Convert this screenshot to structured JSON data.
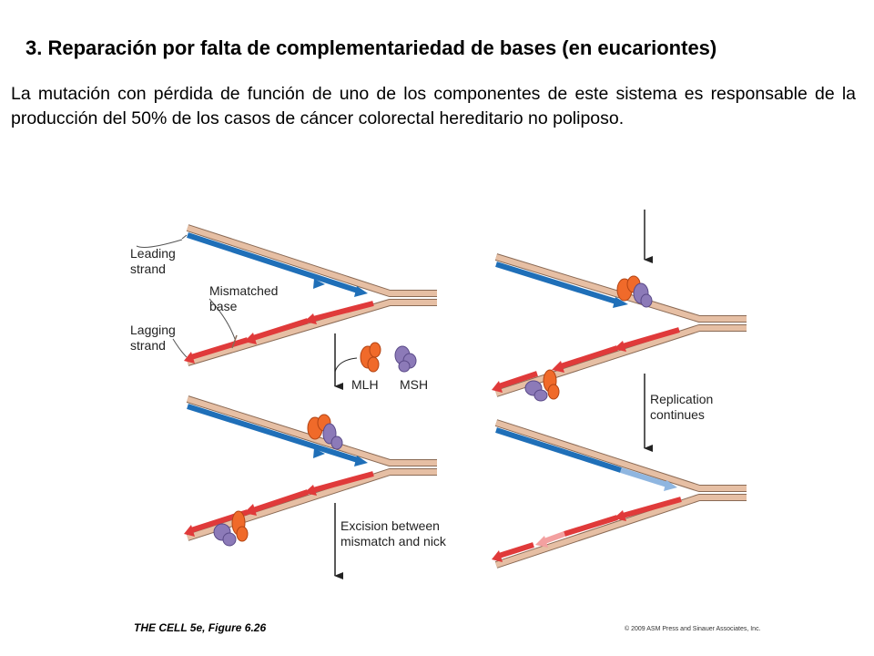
{
  "slide": {
    "title": "3. Reparación por falta de complementariedad de bases (en eucariontes)",
    "body": "La mutación con pérdida de función de uno de los componentes de este sistema es responsable de la producción del 50% de los casos de cáncer colorectal hereditario no poliposo."
  },
  "figure": {
    "labels": {
      "leading_1": "Leading",
      "leading_2": "strand",
      "mismatched_1": "Mismatched",
      "mismatched_2": "base",
      "lagging_1": "Lagging",
      "lagging_2": "strand",
      "mlh": "MLH",
      "msh": "MSH",
      "excision_1": "Excision between",
      "excision_2": "mismatch and nick",
      "replication_1": "Replication",
      "replication_2": "continues"
    },
    "caption_left": "THE CELL 5e, Figure 6.26",
    "caption_right": "© 2009 ASM Press and Sinauer Associates, Inc.",
    "colors": {
      "template_strand": "#e6bfa4",
      "leading_new": "#1f6fb8",
      "lagging_new": "#e03a3a",
      "mlh_protein": "#f06a2a",
      "msh_protein": "#8c7ab8"
    }
  }
}
